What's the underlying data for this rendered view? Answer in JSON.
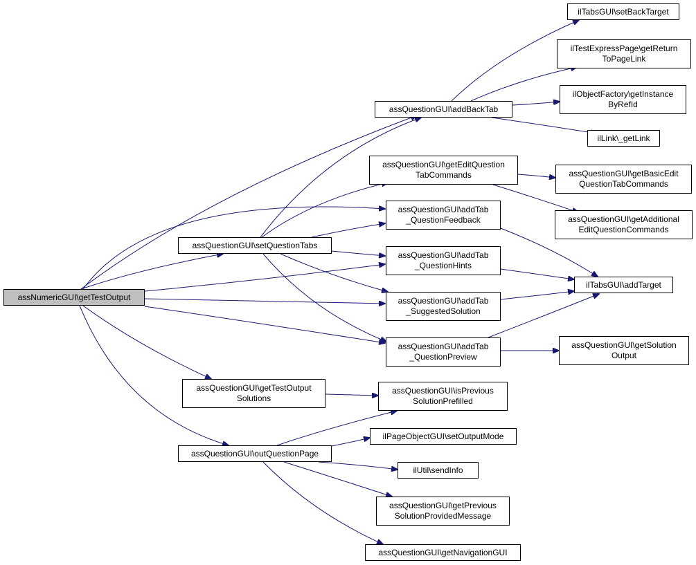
{
  "graph": {
    "edge_color": "#191970",
    "node_border": "#000000",
    "root_fill": "#bfbfbf",
    "node_fill": "#ffffff",
    "nodes": [
      {
        "id": "root",
        "label": "assNumericGUI\\getTestOutput"
      },
      {
        "id": "setQuestionTabs",
        "label": "assQuestionGUI\\setQuestionTabs"
      },
      {
        "id": "getTestOutputSolutions",
        "label": "assQuestionGUI\\getTestOutput\nSolutions"
      },
      {
        "id": "outQuestionPage",
        "label": "assQuestionGUI\\outQuestionPage"
      },
      {
        "id": "addBackTab",
        "label": "assQuestionGUI\\addBackTab"
      },
      {
        "id": "getEditQuestionTabCommands",
        "label": "assQuestionGUI\\getEditQuestion\nTabCommands"
      },
      {
        "id": "addTabQuestionFeedback",
        "label": "assQuestionGUI\\addTab\n_QuestionFeedback"
      },
      {
        "id": "addTabQuestionHints",
        "label": "assQuestionGUI\\addTab\n_QuestionHints"
      },
      {
        "id": "addTabSuggestedSolution",
        "label": "assQuestionGUI\\addTab\n_SuggestedSolution"
      },
      {
        "id": "addTabQuestionPreview",
        "label": "assQuestionGUI\\addTab\n_QuestionPreview"
      },
      {
        "id": "isPreviousSolutionPrefilled",
        "label": "assQuestionGUI\\isPrevious\nSolutionPrefilled"
      },
      {
        "id": "setOutputMode",
        "label": "ilPageObjectGUI\\setOutputMode"
      },
      {
        "id": "sendInfo",
        "label": "ilUtil\\sendInfo"
      },
      {
        "id": "getPreviousSolutionProvidedMessage",
        "label": "assQuestionGUI\\getPrevious\nSolutionProvidedMessage"
      },
      {
        "id": "getNavigationGUI",
        "label": "assQuestionGUI\\getNavigationGUI"
      },
      {
        "id": "setBackTarget",
        "label": "ilTabsGUI\\setBackTarget"
      },
      {
        "id": "getReturnToPageLink",
        "label": "ilTestExpressPage\\getReturn\nToPageLink"
      },
      {
        "id": "getInstanceByRefId",
        "label": "ilObjectFactory\\getInstance\nByRefId"
      },
      {
        "id": "getLink",
        "label": "ilLink\\_getLink"
      },
      {
        "id": "getBasicEditQuestionTabCommands",
        "label": "assQuestionGUI\\getBasicEdit\nQuestionTabCommands"
      },
      {
        "id": "getAdditionalEditQuestionCommands",
        "label": "assQuestionGUI\\getAdditional\nEditQuestionCommands"
      },
      {
        "id": "addTarget",
        "label": "ilTabsGUI\\addTarget"
      },
      {
        "id": "getSolutionOutput",
        "label": "assQuestionGUI\\getSolution\nOutput"
      }
    ],
    "edges": [
      {
        "from": "root",
        "to": "addBackTab"
      },
      {
        "from": "root",
        "to": "setQuestionTabs"
      },
      {
        "from": "root",
        "to": "addTabQuestionFeedback"
      },
      {
        "from": "root",
        "to": "addTabQuestionHints"
      },
      {
        "from": "root",
        "to": "addTabSuggestedSolution"
      },
      {
        "from": "root",
        "to": "addTabQuestionPreview"
      },
      {
        "from": "root",
        "to": "getTestOutputSolutions"
      },
      {
        "from": "root",
        "to": "outQuestionPage"
      },
      {
        "from": "setQuestionTabs",
        "to": "addBackTab"
      },
      {
        "from": "setQuestionTabs",
        "to": "getEditQuestionTabCommands"
      },
      {
        "from": "setQuestionTabs",
        "to": "addTabQuestionFeedback"
      },
      {
        "from": "setQuestionTabs",
        "to": "addTabQuestionHints"
      },
      {
        "from": "setQuestionTabs",
        "to": "addTabSuggestedSolution"
      },
      {
        "from": "setQuestionTabs",
        "to": "addTabQuestionPreview"
      },
      {
        "from": "addBackTab",
        "to": "setBackTarget"
      },
      {
        "from": "addBackTab",
        "to": "getReturnToPageLink"
      },
      {
        "from": "addBackTab",
        "to": "getInstanceByRefId"
      },
      {
        "from": "addBackTab",
        "to": "getLink"
      },
      {
        "from": "getEditQuestionTabCommands",
        "to": "getBasicEditQuestionTabCommands"
      },
      {
        "from": "getEditQuestionTabCommands",
        "to": "getAdditionalEditQuestionCommands"
      },
      {
        "from": "addTabQuestionFeedback",
        "to": "addTarget"
      },
      {
        "from": "addTabQuestionHints",
        "to": "addTarget"
      },
      {
        "from": "addTabSuggestedSolution",
        "to": "addTarget"
      },
      {
        "from": "addTabQuestionPreview",
        "to": "addTarget"
      },
      {
        "from": "addTabQuestionPreview",
        "to": "getSolutionOutput"
      },
      {
        "from": "getTestOutputSolutions",
        "to": "isPreviousSolutionPrefilled"
      },
      {
        "from": "outQuestionPage",
        "to": "isPreviousSolutionPrefilled"
      },
      {
        "from": "outQuestionPage",
        "to": "setOutputMode"
      },
      {
        "from": "outQuestionPage",
        "to": "sendInfo"
      },
      {
        "from": "outQuestionPage",
        "to": "getPreviousSolutionProvidedMessage"
      },
      {
        "from": "outQuestionPage",
        "to": "getNavigationGUI"
      }
    ]
  }
}
